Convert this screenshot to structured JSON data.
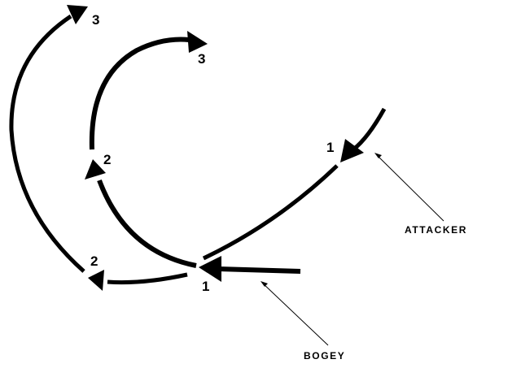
{
  "labels": {
    "attacker": "ATTACKER",
    "bogey": "BOGEY"
  },
  "points": {
    "bogey_1": "1",
    "bogey_inner_2": "2",
    "bogey_inner_3": "3",
    "bogey_outer_2": "2",
    "bogey_outer_3": "3",
    "attacker_1": "1"
  },
  "colors": {
    "ink": "#000000",
    "background": "#ffffff"
  }
}
